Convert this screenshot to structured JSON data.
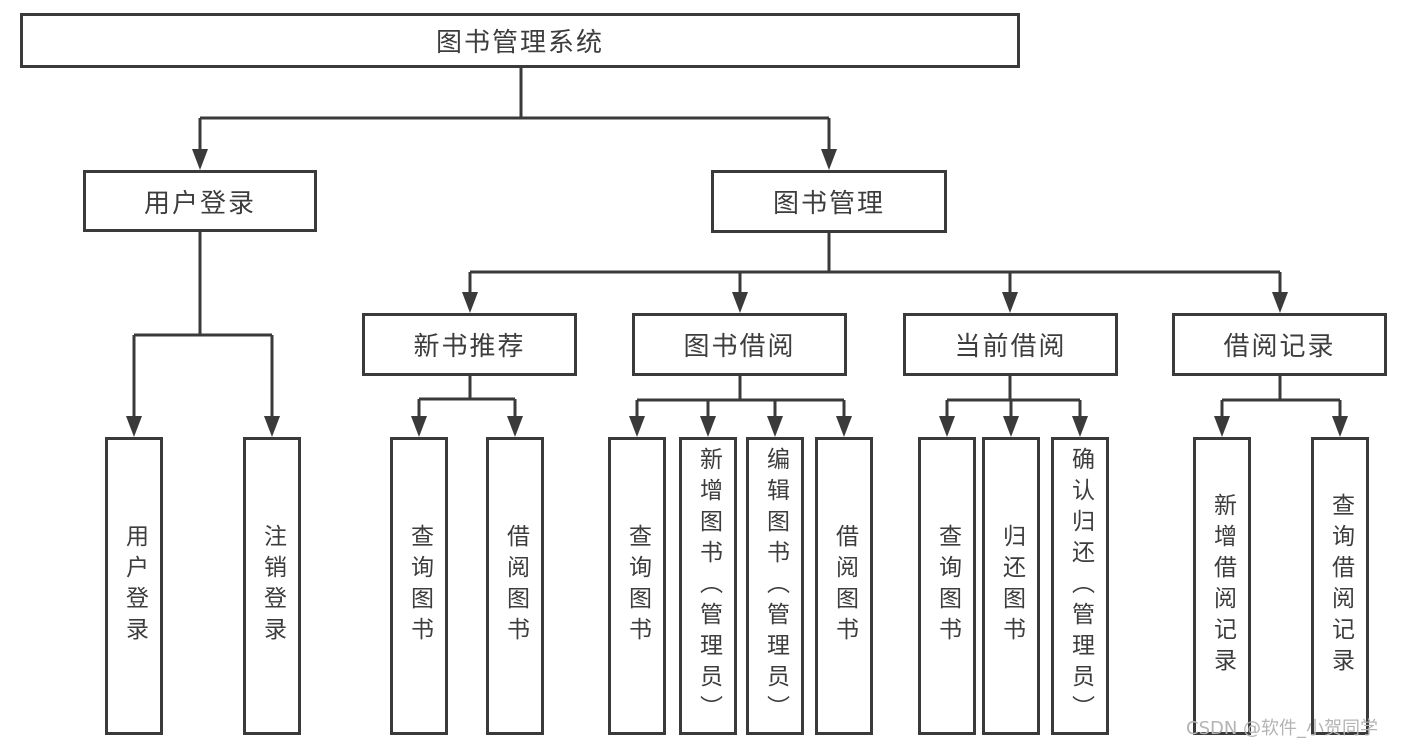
{
  "tree": {
    "root": {
      "label": "图书管理系统",
      "children": [
        {
          "label": "用户登录",
          "children": [
            {
              "label": "用户登录"
            },
            {
              "label": "注销登录"
            }
          ]
        },
        {
          "label": "图书管理",
          "children": [
            {
              "label": "新书推荐",
              "children": [
                {
                  "label": "查询图书"
                },
                {
                  "label": "借阅图书"
                }
              ]
            },
            {
              "label": "图书借阅",
              "children": [
                {
                  "label": "查询图书"
                },
                {
                  "label": "新增图书（管理员）"
                },
                {
                  "label": "编辑图书（管理员）"
                },
                {
                  "label": "借阅图书"
                }
              ]
            },
            {
              "label": "当前借阅",
              "children": [
                {
                  "label": "查询图书"
                },
                {
                  "label": "归还图书"
                },
                {
                  "label": "确认归还（管理员）"
                }
              ]
            },
            {
              "label": "借阅记录",
              "children": [
                {
                  "label": "新增借阅记录"
                },
                {
                  "label": "查询借阅记录"
                }
              ]
            }
          ]
        }
      ]
    }
  },
  "watermark": {
    "text": "CSDN @软件_小贺同学"
  },
  "colors": {
    "line": "#3a3a3a",
    "text": "#3d3d3d",
    "watermark": "#b4b4b4",
    "background": "#ffffff"
  }
}
